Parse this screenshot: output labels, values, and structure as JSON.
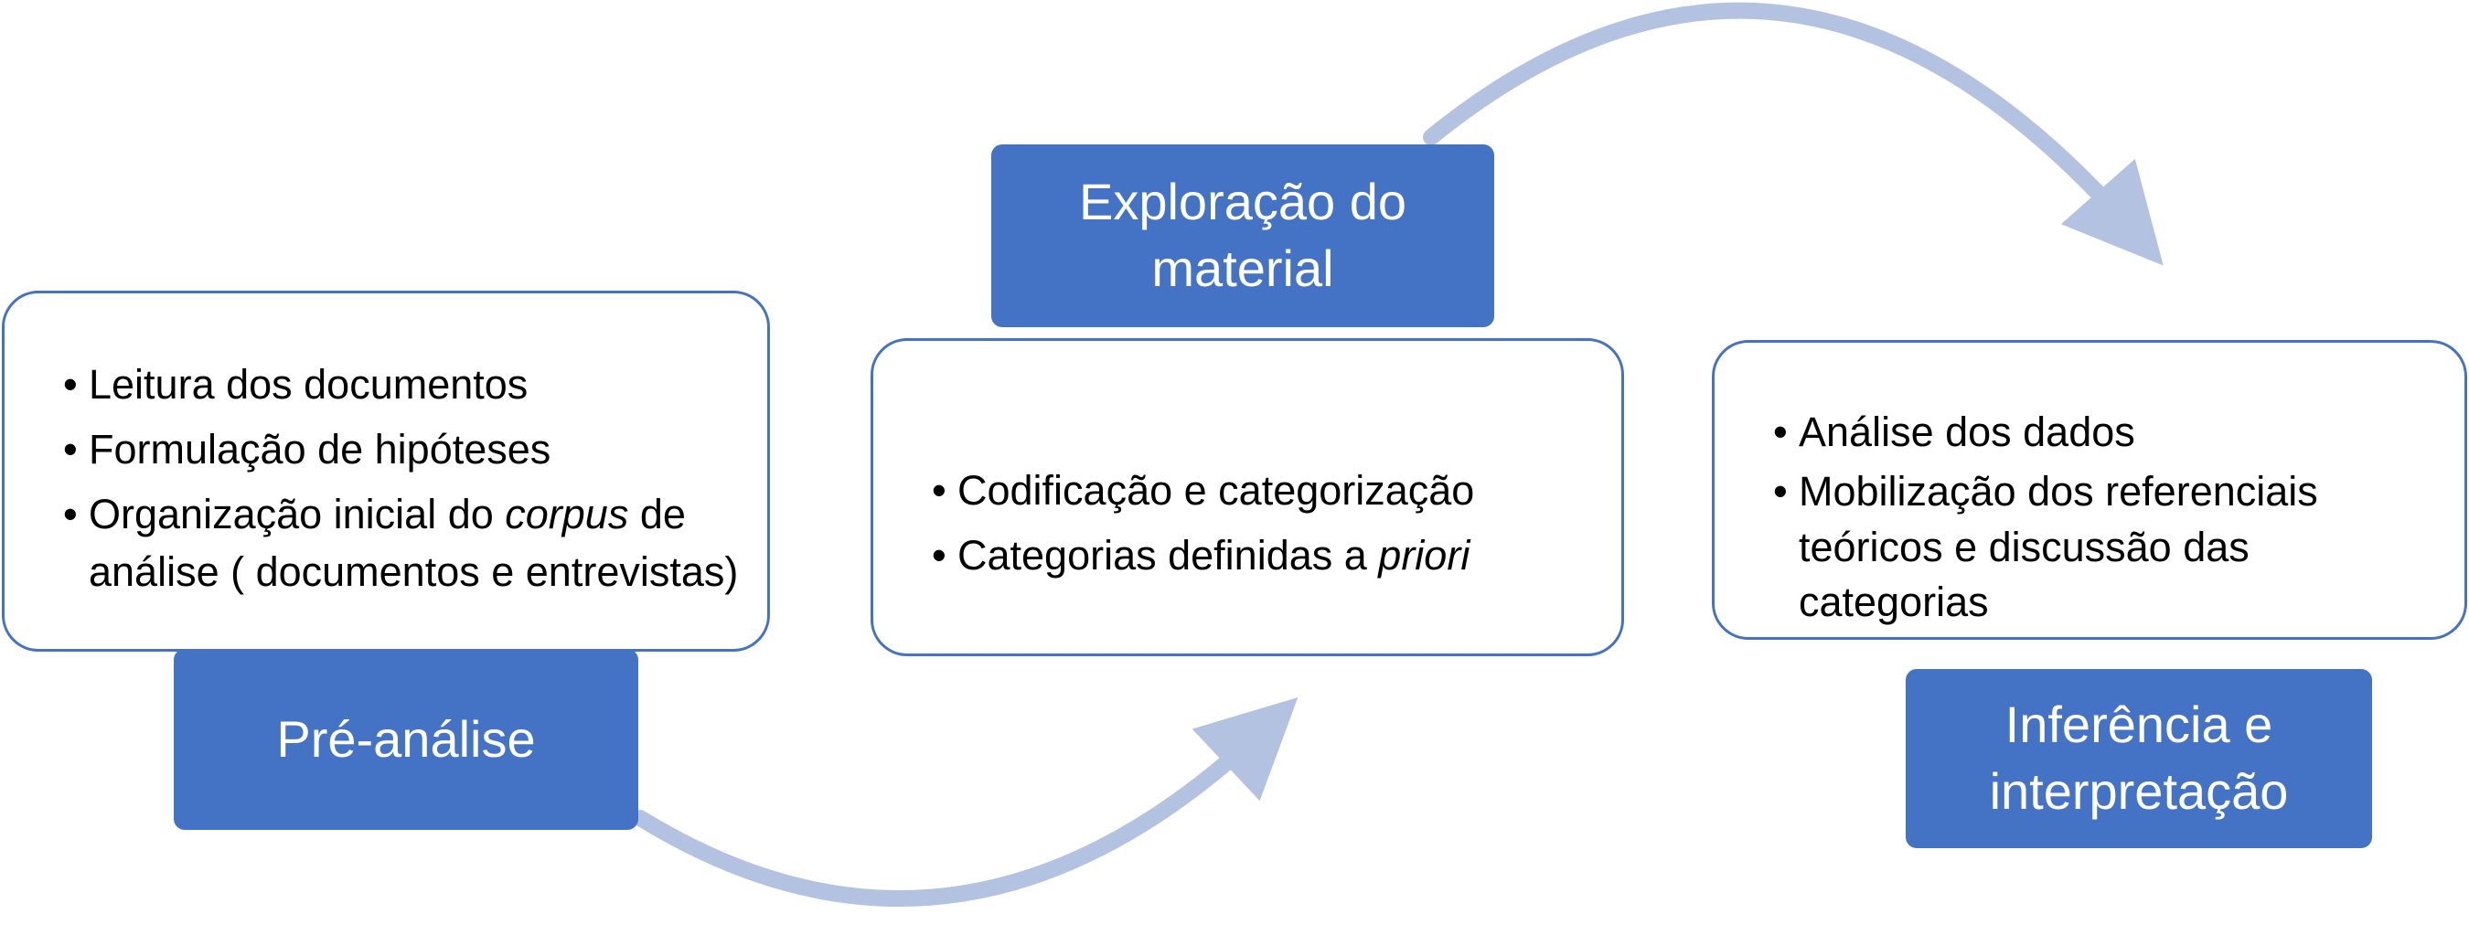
{
  "stages": [
    {
      "label": "Pré-análise",
      "items": [
        {
          "text": "Leitura dos documentos"
        },
        {
          "text": "Formulação de hipóteses"
        },
        {
          "text": "Organização inicial do ",
          "italic": "corpus",
          "rest": " de análise ( documentos e entrevistas)"
        }
      ]
    },
    {
      "label": "Exploração do\nmaterial",
      "items": [
        {
          "text": "Codificação e categorização"
        },
        {
          "text": "Categorias definidas a ",
          "italic": "priori"
        }
      ]
    },
    {
      "label": "Inferência e\ninterpretação",
      "items": [
        {
          "text": "Análise dos dados"
        },
        {
          "text": "Mobilização dos referenciais teóricos e discussão das categorias"
        }
      ]
    }
  ],
  "colors": {
    "label_fill": "#4472c4",
    "box_border": "#4472c4",
    "arrow": "#b4c2e2"
  }
}
